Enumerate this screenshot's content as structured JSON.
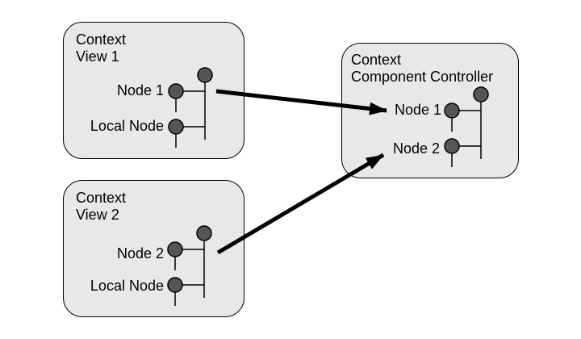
{
  "colors": {
    "background": "#ffffff",
    "box_fill": "#e8e8e8",
    "box_border": "#000000",
    "node_fill": "#555555",
    "line": "#000000",
    "text": "#000000"
  },
  "boxes": [
    {
      "id": "context-view-1",
      "title": [
        "Context",
        "View 1"
      ],
      "labels": [
        "Node 1",
        "Local Node"
      ]
    },
    {
      "id": "context-view-2",
      "title": [
        "Context",
        "View 2"
      ],
      "labels": [
        "Node 2",
        "Local Node"
      ]
    },
    {
      "id": "context-component-controller",
      "title": [
        "Context",
        "Component Controller"
      ],
      "labels": [
        "Node 1",
        "Node 2"
      ]
    }
  ],
  "arrows": [
    {
      "from": "context-view-1",
      "to": "context-component-controller"
    },
    {
      "from": "context-view-2",
      "to": "context-component-controller"
    }
  ]
}
